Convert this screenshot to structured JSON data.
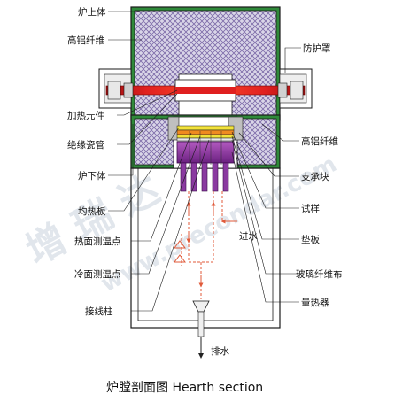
{
  "labels": {
    "furnace_upper": "炉上体",
    "alumina_fiber_top": "高铝纤维",
    "shield": "防护罩",
    "heating_element": "加热元件",
    "insulating_tube": "绝缘瓷管",
    "furnace_lower": "炉下体",
    "soaking_plate": "均热板",
    "hot_face_tc": "热面测温点",
    "cold_face_tc": "冷面测温点",
    "terminal": "接线柱",
    "alumina_fiber_bottom": "高铝纤维",
    "support_block": "支承块",
    "specimen": "试样",
    "pad": "垫板",
    "glass_fiber_cloth": "玻璃纤维布",
    "calorimeter": "量热器",
    "water_in": "进水",
    "water_out": "排水"
  },
  "caption": "炉膛剖面图 Hearth section",
  "watermark": {
    "chinese": "增 瑞 达",
    "url": "www.precondar.com"
  },
  "colors": {
    "outline": "#1a1a1a",
    "fiber": "#7c6aa8",
    "heater_red": "#e02020",
    "heater_dark": "#9a1010",
    "calorimeter": "#8a3aa0",
    "water": "#e05a3a",
    "plate_yellow": "#f2e23a",
    "plate_orange": "#f08a20",
    "frame_bg": "#f2f2f2"
  }
}
